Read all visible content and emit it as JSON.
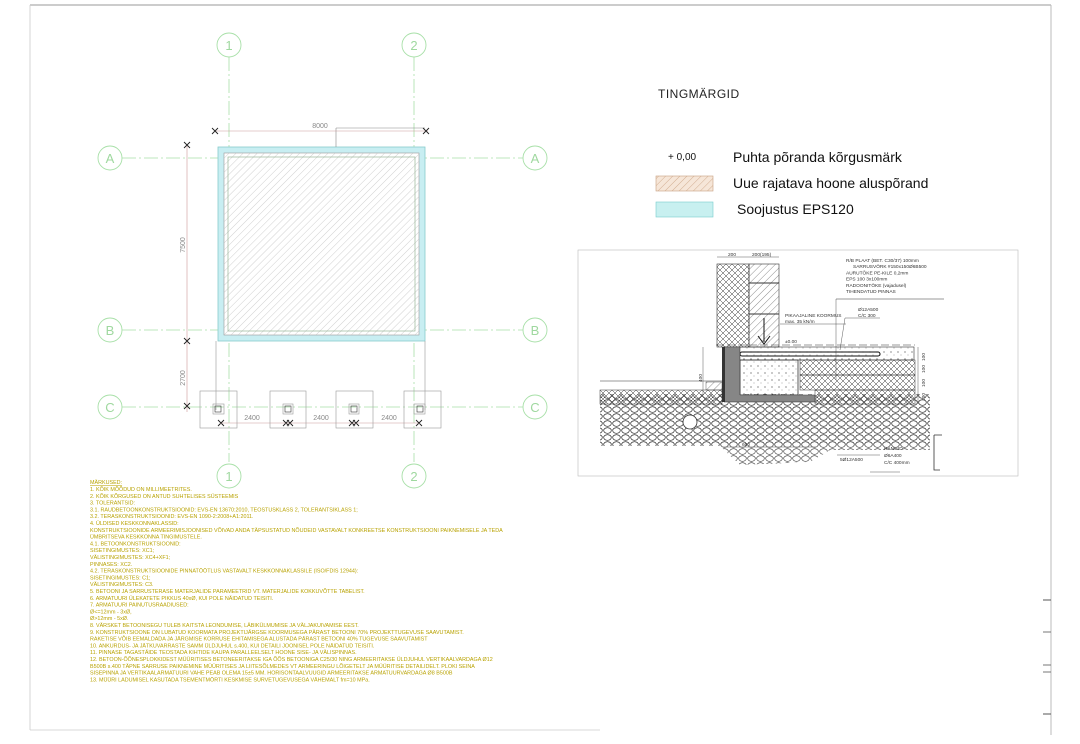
{
  "plan": {
    "axes_vertical": [
      "1",
      "2"
    ],
    "axes_horizontal": [
      "A",
      "B",
      "C"
    ],
    "dimensions": {
      "width": "8000",
      "height_ab": "7500",
      "height_bc": "2700",
      "pile_spacing": [
        "2400",
        "2400",
        "2400"
      ]
    }
  },
  "legend": {
    "title": "TINGMÄRGID",
    "items": [
      {
        "symbol": "+ 0,00",
        "label": "Puhta põranda kõrgusmärk"
      },
      {
        "label": "Uue rajatava hoone aluspõrand",
        "color": "#e8c8b0"
      },
      {
        "label": "Soojustus EPS120",
        "color": "#c8f0f0"
      }
    ]
  },
  "detail": {
    "dims_top": [
      "200",
      "200(195)"
    ],
    "layers": [
      "R/B PLAAT (BET. C30/37) 100mm",
      "SARRUSVÕRK #150x150Ø6B500",
      "AURUTÕKE PE-KILE 0,2mm",
      "EPS 100 3x100mm",
      "RADOONITÕKE (vajadusel)",
      "TIHENDATUD PINNAS"
    ],
    "load": [
      "PIKAAJALINE KOORMUS",
      "max. 35 kN/m"
    ],
    "rebar": [
      "Ø12A500",
      "C/C 300"
    ],
    "level": "±0.00",
    "right_dims": [
      "100",
      "100",
      "100",
      "100"
    ],
    "left_dim": "400",
    "bottom_dim": "600",
    "bottom_rebar": "5Ø12A500",
    "stirrups": [
      "RANGID",
      "Ø6A400",
      "C/C 400mm"
    ]
  },
  "notes": {
    "title": "MÄRKUSED:",
    "lines": [
      "1.   KÕIK MÕÕDUD ON MILLIMEETRITES.",
      "2.   KÕIK KÕRGUSED ON ANTUD SUHTELISES SÜSTEEMIS",
      "3.   TOLERANTSID:",
      "  3.1.    RAUDBETOONKONSTRUKTSIOONID: EVS-EN 13670:2010, TEOSTUSKLASS 2, TOLERANTSIKLASS 1;",
      "  3.2.    TERASKONSTRUKTSIOONID: EVS-EN 1090-2:2008+A1:2011.",
      "4.   ÜLDISED KESKKONNAKLASSID:",
      "KONSTRUKTSIOONIDE ARMEERIMISJOONISED VÕIVAD ANDA TÄPSUSTATUD NÕUDEID VASTAVALT KONKREETSE KONSTRUKTSIOONI PAIKNEMISELE JA TEDA",
      "      ÜMBRITSEVA KESKKONNA TINGIMUSTELE.",
      "  4.1.    BETOONKONSTRUKTSIOONID:",
      "  SISETINGIMUSTES: XC1;",
      "  VÄLISTINGIMUSTES: XC4+XF1;",
      "  PINNASES: XC2.",
      "  4.2.    TERASKONSTRUKTSIOONIDE PINNATÖÖTLUS VASTAVALT KESKKONNAKLASSILE (ISO/FDIS 12944):",
      "  SISETINGIMUSTES: C1;",
      "  VÄLISTINGIMUSTES: C3.",
      "5.   BETOONI JA SARRUSTERASE MATERJALIDE PARAMEETRID VT. MATERJALIDE KOKKUVÕTTE TABELIST.",
      "6.   ARMATUURI ÜLEKATETE PIKKUS 40xØ, KUI POLE NÄIDATUD TEISITI.",
      "7.   ARMATUURI PAINUTUSRAADIUSED:",
      "Ø<=12mm  -  3xØ,",
      "Ø>12mm  -  5xØ.",
      "8.   VÄRSKET BETOONISEGU TULEB KAITSTA LEONDUMISE, LÄBIKÜLMUMISE JA VÄLJAKUIVAMISE EEST.",
      "9.   KONSTRUKTSIOONE ON LUBATUD KOORMATA PROJEKTIJÄRGSE KOORMUSEGA PÄRAST BETOONI 70% PROJEKTTUGEVUSE SAAVUTAMIST.",
      "RAKETISE VÕIB EEMALDADA JA JÄRGMISE KORRUSE EHITAMISEGA ALUSTADA  PÄRAST BETOONI 40% TUGEVUSE SAAVUTAMIST",
      "10.  ANKURDUS- JA JÄTKUVARRASTE SAMM ÜLDJUHUL s.400, KUI DETAILI JOONISEL POLE NÄIDATUD TEISITI.",
      "11.  PINNASE TAGASTÄIDE TEOSTADA KIHTIDE KAUPA PARALLEELSELT HOONE SISE- JA VÄLISPINNAS.",
      "12.  BETOON-ÕÕNESPLOKKIDEST MÜÜRITISES BETONEERITAKSE IGA ÕÕS BETOONIGA C25/30 NING ARMEERITAKSE ÜLDJUHUL VERTIKAALVARDAGA Ø12",
      "      B500B s.400 TÄPNE SARRUSE PAIKNEMINE MÜÜRITISES JA LIITESÕLMEDES VT ARMEERINGU LÕIGETELT JA MÜÜRITISE DETAILIDELT. PLOKI SEINA",
      "      SISEPINNA JA VERTIKAALARMATUURI VAHE PEAB OLEMA 15±5 MM. HORISONTAALVUUGID ARMEERITAKSE ARMATUURVARDAGA Ø8 B500B",
      "13.  MÜÜRI LADUMISEL KASUTADA TSEMENTMÖRTI KESKMISE SURVETUGEVUSEGA VÄHEMALT fm=10 MPa."
    ]
  }
}
